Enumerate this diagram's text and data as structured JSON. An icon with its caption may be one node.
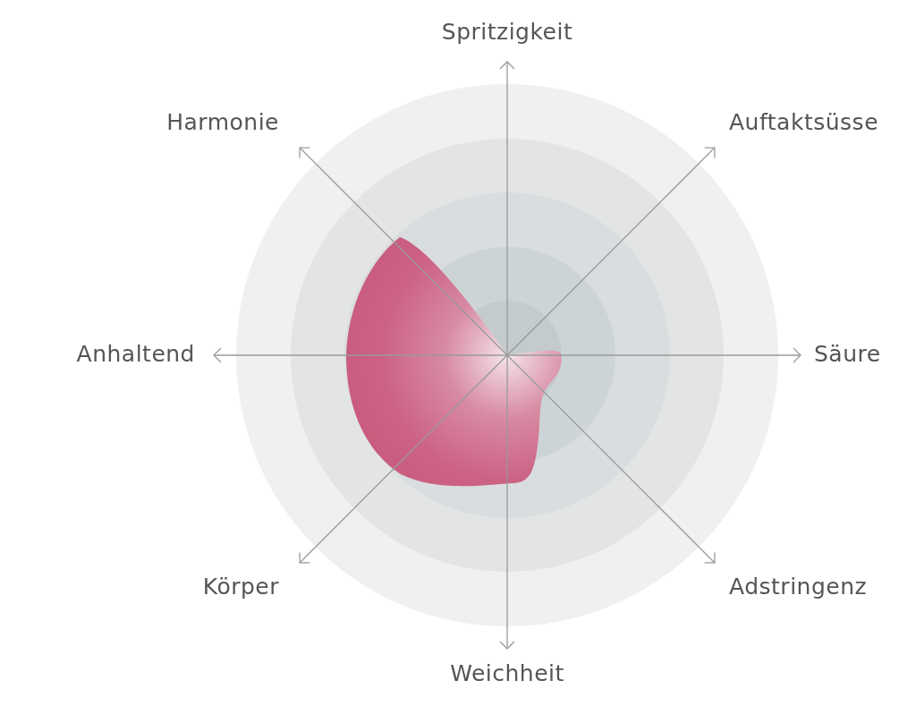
{
  "diagram": {
    "labels": [
      "Spritzigkeit",
      "Harmonie",
      "Auftaktsüsse",
      "Anhaltend",
      "Säure",
      "Körper",
      "Adstringenz",
      "Weichheit"
    ]
  }
}
